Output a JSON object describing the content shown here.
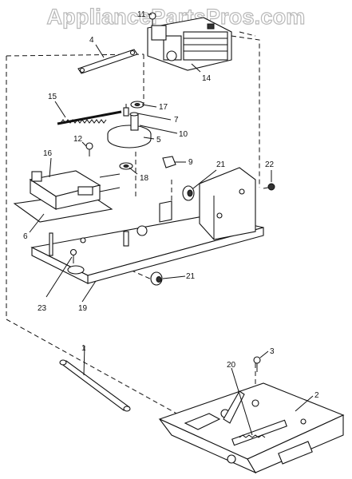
{
  "watermark": "AppliancePartsPros.com",
  "callouts": [
    {
      "id": "c1",
      "label": "1"
    },
    {
      "id": "c2",
      "label": "2"
    },
    {
      "id": "c3",
      "label": "3"
    },
    {
      "id": "c4",
      "label": "4"
    },
    {
      "id": "c5",
      "label": "5"
    },
    {
      "id": "c6",
      "label": "6"
    },
    {
      "id": "c7",
      "label": "7"
    },
    {
      "id": "c9",
      "label": "9"
    },
    {
      "id": "c10",
      "label": "10"
    },
    {
      "id": "c11",
      "label": "11"
    },
    {
      "id": "c12",
      "label": "12"
    },
    {
      "id": "c14",
      "label": "14"
    },
    {
      "id": "c15",
      "label": "15"
    },
    {
      "id": "c16",
      "label": "16"
    },
    {
      "id": "c17",
      "label": "17"
    },
    {
      "id": "c18",
      "label": "18"
    },
    {
      "id": "c19",
      "label": "19"
    },
    {
      "id": "c20",
      "label": "20"
    },
    {
      "id": "c21a",
      "label": "21"
    },
    {
      "id": "c21b",
      "label": "21"
    },
    {
      "id": "c22",
      "label": "22"
    },
    {
      "id": "c23",
      "label": "23"
    }
  ]
}
